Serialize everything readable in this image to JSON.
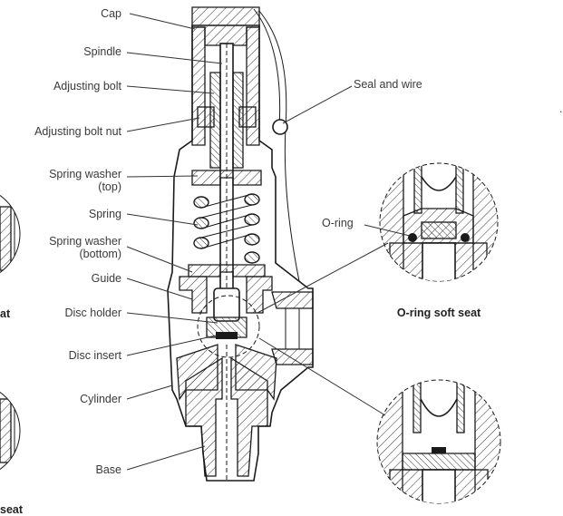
{
  "labels": {
    "cap": "Cap",
    "spindle": "Spindle",
    "adjusting_bolt": "Adjusting bolt",
    "adjusting_bolt_nut": "Adjusting bolt nut",
    "spring_washer_top_1": "Spring washer",
    "spring_washer_top_2": "(top)",
    "spring": "Spring",
    "spring_washer_bottom_1": "Spring washer",
    "spring_washer_bottom_2": "(bottom)",
    "guide": "Guide",
    "disc_holder": "Disc holder",
    "disc_insert": "Disc insert",
    "cylinder": "Cylinder",
    "base": "Base",
    "seal_and_wire": "Seal and wire",
    "o_ring": "O-ring"
  },
  "captions": {
    "o_ring_soft_seat": "O-ring soft seat",
    "left_cut_1": "at",
    "left_cut_2": "seat"
  },
  "stray_mark": "."
}
